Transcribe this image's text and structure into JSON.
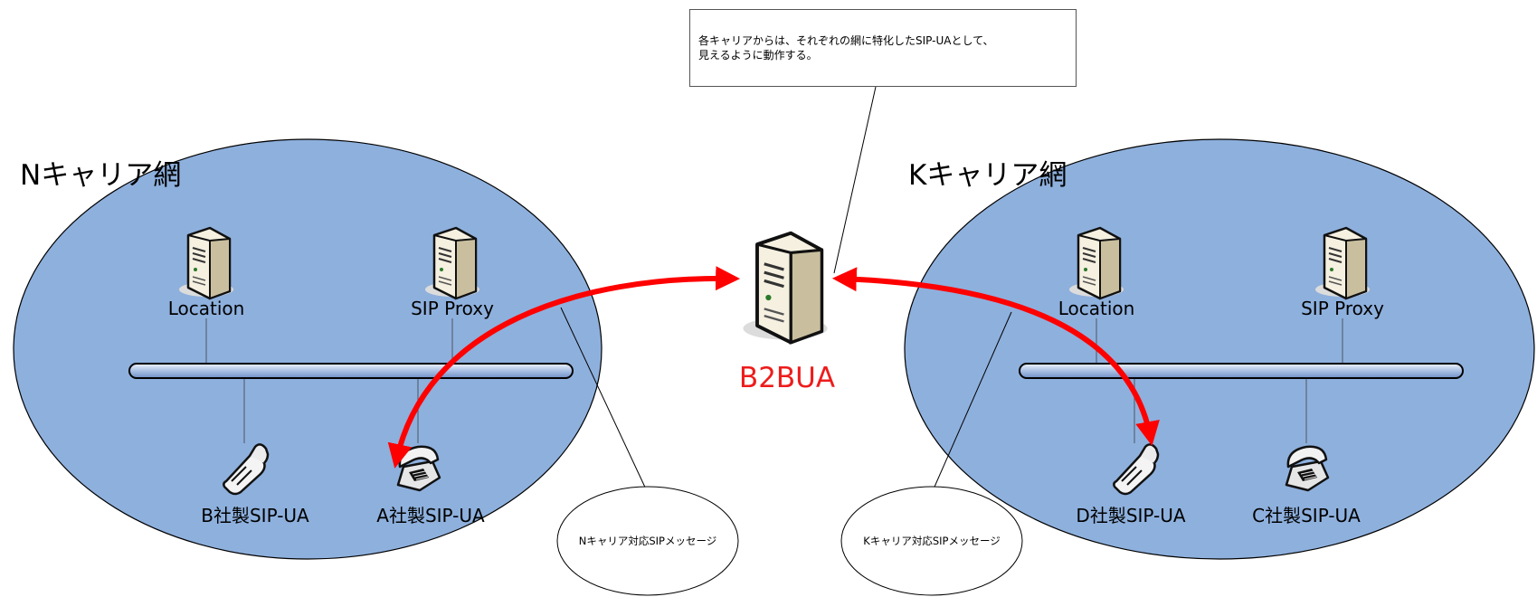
{
  "networks": {
    "n_title": "Nキャリア網",
    "k_title": "Kキャリア網"
  },
  "nodes": {
    "n_location": "Location",
    "n_sip_proxy": "SIP Proxy",
    "k_location": "Location",
    "k_sip_proxy": "SIP Proxy",
    "b_ua": "B社製SIP-UA",
    "a_ua": "A社製SIP-UA",
    "d_ua": "D社製SIP-UA",
    "c_ua": "C社製SIP-UA",
    "b2bua": "B2BUA"
  },
  "callout": {
    "line1": "各キャリアからは、それぞれの網に特化したSIP-UAとして、",
    "line2": "見えるように動作する。"
  },
  "bubbles": {
    "n_message": "Nキャリア対応SIPメッセージ",
    "k_message": "Kキャリア対応SIPメッセージ"
  },
  "colors": {
    "network_fill": "#8eb0dd",
    "arrow": "#ff0000",
    "b2bua_label": "#ee1c1c"
  },
  "icons": {
    "server": "server-tower-icon",
    "mobile_phone": "mobile-phone-icon",
    "desk_phone": "desk-telephone-icon"
  }
}
